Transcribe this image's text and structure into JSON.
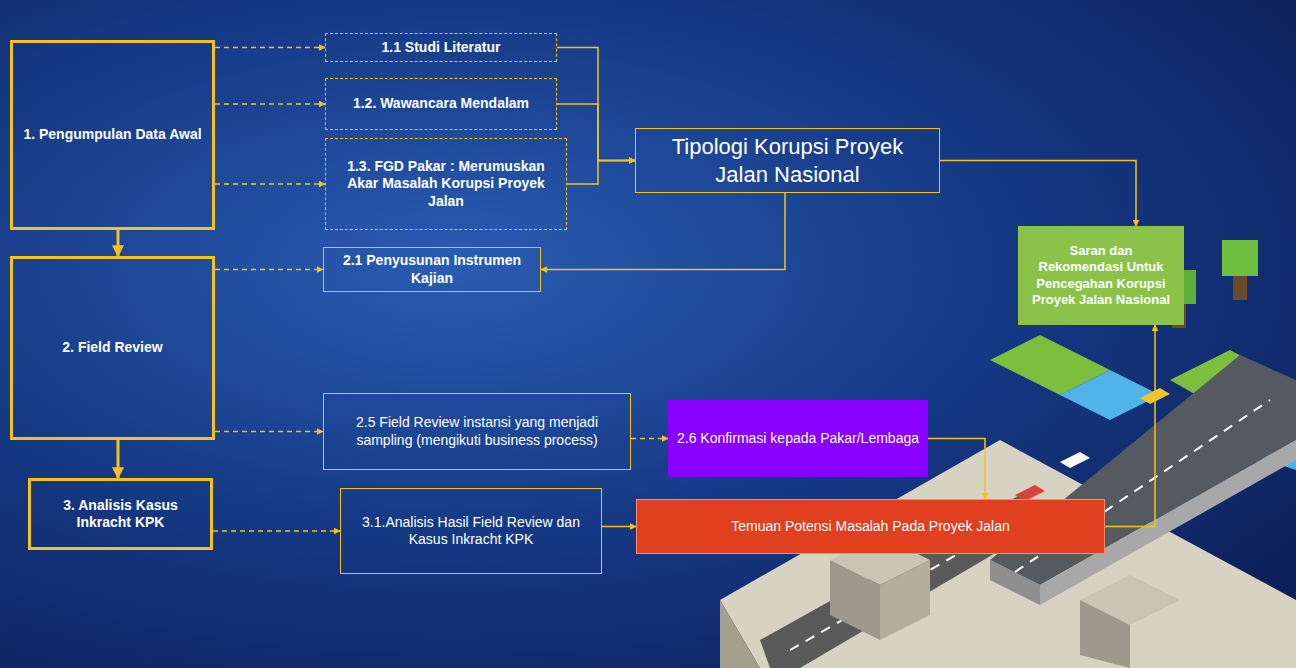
{
  "diagram": {
    "nodes": [
      {
        "text": [
          "1. Pengumpulan Data Awal"
        ]
      },
      {
        "text": [
          "1.1 Studi Literatur"
        ]
      },
      {
        "text": [
          "1.2. Wawancara Mendalam"
        ]
      },
      {
        "text": [
          "1.3. FGD Pakar : Merumuskan Akar Masalah Korupsi Proyek Jalan"
        ]
      },
      {
        "text": [
          "Tipologi Korupsi Proyek Jalan Nasional"
        ]
      },
      {
        "text": [
          "2.1 Penyusunan Instrumen Kajian"
        ]
      },
      {
        "text": [
          "2. Field Review"
        ]
      },
      {
        "text": [
          "Saran dan Rekomendasi Untuk Pencegahan Korupsi Proyek Jalan Nasional"
        ]
      },
      {
        "text": [
          "2.5 Field Review instansi yang menjadi sampling (mengikuti business process)"
        ]
      },
      {
        "text": [
          "2.6 Konfirmasi kepada Pakar/Lembaga"
        ]
      },
      {
        "text": [
          "3. Analisis Kasus Inkracht KPK"
        ]
      },
      {
        "text": [
          "3.1.Analisis Hasil Field Review dan Kasus Inkracht KPK"
        ]
      },
      {
        "text": [
          "Temuan Potensi Masalah Pada Proyek Jalan"
        ]
      }
    ],
    "edges": [
      {
        "from": 0,
        "to": 1,
        "arrow": "to"
      },
      {
        "from": 0,
        "to": 2,
        "arrow": "to"
      },
      {
        "from": 0,
        "to": 3,
        "arrow": "to"
      },
      {
        "from": 1,
        "to": 4,
        "arrow": "to"
      },
      {
        "from": 2,
        "to": 4,
        "arrow": "to"
      },
      {
        "from": 3,
        "to": 4,
        "arrow": "to"
      },
      {
        "from": 4,
        "to": 5,
        "arrow": "to"
      },
      {
        "from": 4,
        "to": 7,
        "arrow": "to"
      },
      {
        "from": 0,
        "to": 6,
        "arrow": "to"
      },
      {
        "from": 6,
        "to": 5,
        "arrow": "to"
      },
      {
        "from": 6,
        "to": 8,
        "arrow": "to"
      },
      {
        "from": 6,
        "to": 10,
        "arrow": "to"
      },
      {
        "from": 8,
        "to": 9,
        "arrow": "to"
      },
      {
        "from": 9,
        "to": 12,
        "arrow": "to"
      },
      {
        "from": 10,
        "to": 11,
        "arrow": "to"
      },
      {
        "from": 11,
        "to": 12,
        "arrow": "to"
      },
      {
        "from": 12,
        "to": 7,
        "arrow": "to"
      }
    ]
  }
}
